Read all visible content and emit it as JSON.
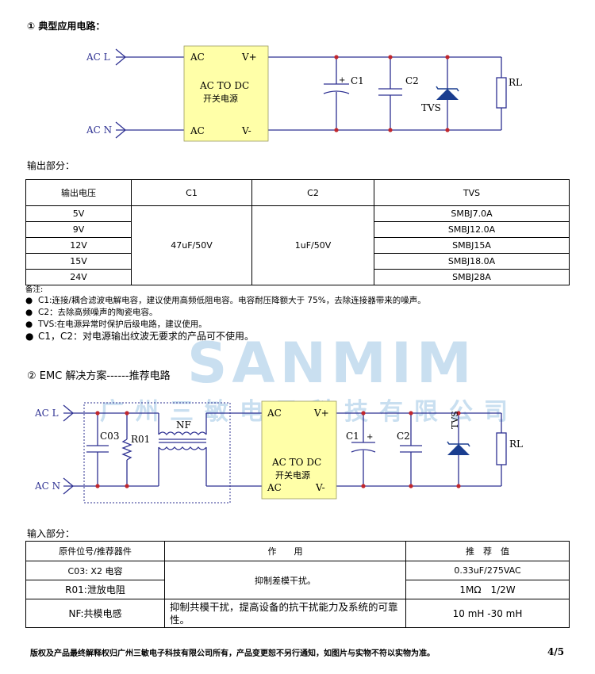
{
  "section1": {
    "title": "① 典型应用电路：",
    "circuit": {
      "acl": "AC L",
      "acn": "AC N",
      "module_ac_top": "AC",
      "module_vplus": "V+",
      "module_ac_bottom": "AC",
      "module_vminus": "V-",
      "module_line1": "AC TO DC",
      "module_line2": "开关电源",
      "c1": "C1",
      "c2": "C2",
      "tvs": "TVS",
      "rl": "RL"
    }
  },
  "output": {
    "title": "输出部分：",
    "headers": [
      "输出电压",
      "C1",
      "C2",
      "TVS"
    ],
    "voltages": [
      "5V",
      "9V",
      "12V",
      "15V",
      "24V"
    ],
    "c1": "47uF/50V",
    "c2": "1uF/50V",
    "tvs": [
      "SMBJ7.0A",
      "SMBJ12.0A",
      "SMBJ15A",
      "SMBJ18.0A",
      "SMBJ28A"
    ]
  },
  "notes": {
    "heading": "备注:",
    "items": [
      "C1:连接/耦合滤波电解电容，建议使用高频低阻电容。电容耐压降额大于 75%，去除连接器带来的噪声。",
      "C2：去除高频噪声的陶瓷电容。",
      "TVS:在电源异常时保护后级电路，建议使用。",
      "C1，C2：对电源输出纹波无要求的产品可不使用。"
    ]
  },
  "watermark": {
    "brand": "SANMIM",
    "company": "广州三敏电子科技有限公司"
  },
  "section2": {
    "title": "② EMC 解决方案------推荐电路",
    "circuit": {
      "acl": "AC L",
      "acn": "AC N",
      "c03": "C03",
      "r01": "R01",
      "nf": "NF",
      "module_ac_top": "AC",
      "module_vplus": "V+",
      "module_ac_bottom": "AC",
      "module_vminus": "V-",
      "module_line1": "AC TO DC",
      "module_line2": "开关电源",
      "c1": "C1",
      "c2": "C2",
      "tvs": "TVS",
      "rl": "RL"
    }
  },
  "input": {
    "title": "输入部分：",
    "headers": [
      "原件位号/推荐器件",
      "作　　用",
      "推　荐　值"
    ],
    "rows": [
      {
        "part": "C03: X2 电容",
        "value": "0.33uF/275VAC"
      },
      {
        "part": "R01:泄放电阻",
        "value": "1MΩ　1/2W"
      },
      {
        "part": "NF:共模电感",
        "value": "10 mH -30 mH"
      }
    ],
    "function_diff": "抑制差模干扰。",
    "function_common": "抑制共模干扰，提高设备的抗干扰能力及系统的可靠性。"
  },
  "footer": {
    "text": "版权及产品最终解释权归广州三敏电子科技有限公司所有，产品变更恕不另行通知，如图片与实物不符以实物为准。",
    "page": "4/5"
  },
  "colors": {
    "module_fill": "#ffffa8",
    "wire": "#2e3192",
    "node": "#c1272d",
    "watermark": "#c9dff0",
    "dashed_box": "#2e3192"
  }
}
